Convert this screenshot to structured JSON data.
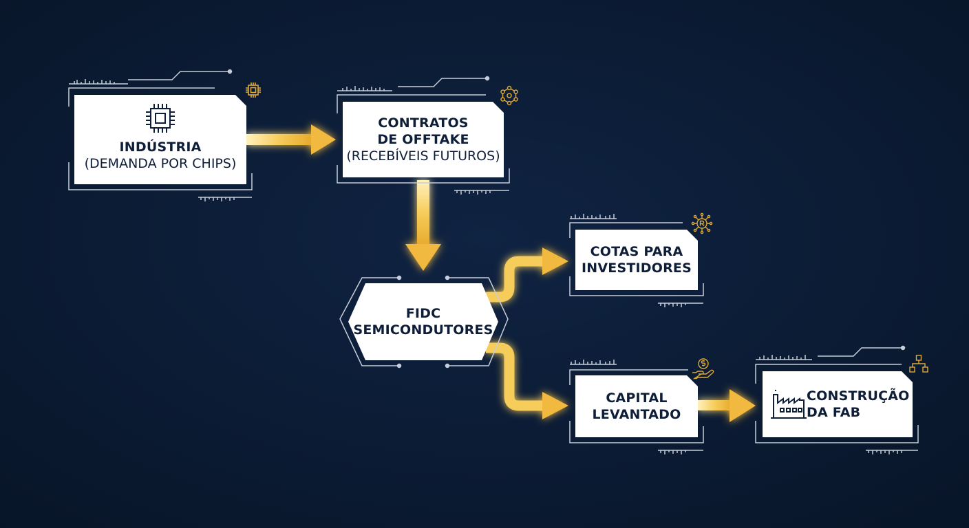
{
  "nodes": {
    "industria": {
      "title": "INDÚSTRIA",
      "subtitle": "(DEMANDA POR CHIPS)",
      "icon": "chip-icon"
    },
    "contratos": {
      "title_line1": "CONTRATOS",
      "title_line2": "DE OFFTAKE",
      "subtitle": "(RECEBÍVEIS FUTUROS)",
      "icon": "network-icon"
    },
    "fidc": {
      "title_line1": "FIDC",
      "title_line2": "SEMICONDUTORES"
    },
    "cotas": {
      "title_line1": "COTAS PARA",
      "title_line2": "INVESTIDORES",
      "icon": "investor-network-icon"
    },
    "capital": {
      "title_line1": "CAPITAL",
      "title_line2": "LEVANTADO",
      "icon": "money-hand-icon"
    },
    "construcao": {
      "title_line1": "CONSTRUÇÃO",
      "title_line2": "DA FAB",
      "icon": "factory-icon",
      "corner_icon": "hierarchy-icon"
    }
  },
  "edges": [
    {
      "from": "industria",
      "to": "contratos"
    },
    {
      "from": "contratos",
      "to": "fidc"
    },
    {
      "from": "fidc",
      "to": "cotas"
    },
    {
      "from": "fidc",
      "to": "capital"
    },
    {
      "from": "capital",
      "to": "construcao"
    }
  ],
  "colors": {
    "background": "#0b1a33",
    "box": "#ffffff",
    "text": "#0e1d38",
    "accent": "#f2c14e",
    "frame": "#c7ced9"
  }
}
